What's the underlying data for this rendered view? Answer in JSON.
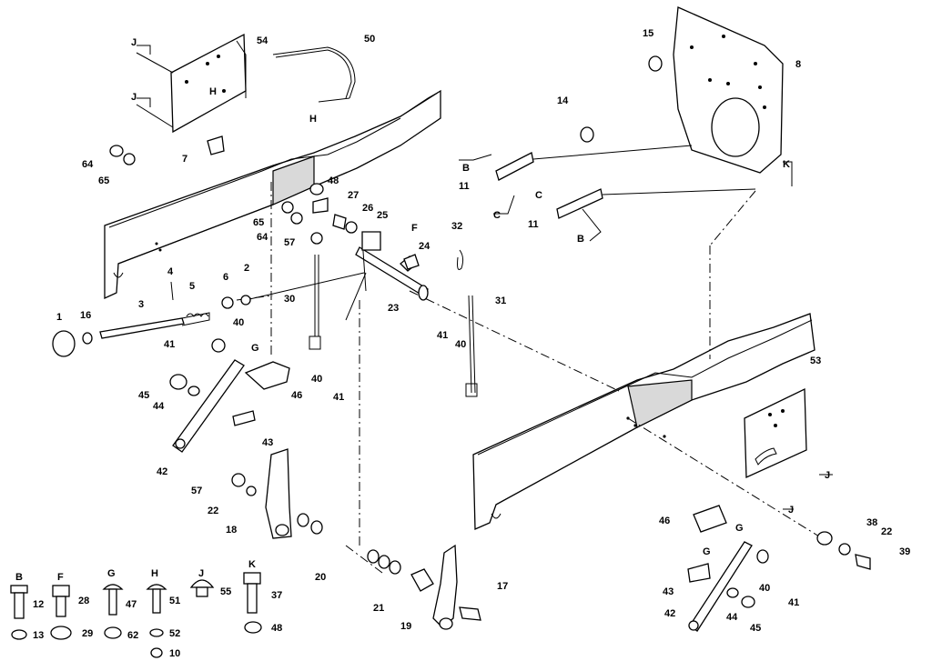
{
  "callouts": [
    {
      "id": "c1",
      "text": "1"
    },
    {
      "id": "c16",
      "text": "16"
    },
    {
      "id": "c3",
      "text": "3"
    },
    {
      "id": "c4",
      "text": "4"
    },
    {
      "id": "c5",
      "text": "5"
    },
    {
      "id": "c6",
      "text": "6"
    },
    {
      "id": "c2",
      "text": "2"
    },
    {
      "id": "c30",
      "text": "30"
    },
    {
      "id": "c40a",
      "text": "40"
    },
    {
      "id": "c41a",
      "text": "41"
    },
    {
      "id": "cG1",
      "text": "G"
    },
    {
      "id": "c46a",
      "text": "46"
    },
    {
      "id": "c45a",
      "text": "45"
    },
    {
      "id": "c44a",
      "text": "44"
    },
    {
      "id": "c43a",
      "text": "43"
    },
    {
      "id": "c42a",
      "text": "42"
    },
    {
      "id": "c57a",
      "text": "57"
    },
    {
      "id": "c22a",
      "text": "22"
    },
    {
      "id": "c18",
      "text": "18"
    },
    {
      "id": "c20",
      "text": "20"
    },
    {
      "id": "c21",
      "text": "21"
    },
    {
      "id": "c19",
      "text": "19"
    },
    {
      "id": "c17",
      "text": "17"
    },
    {
      "id": "cJ1",
      "text": "J"
    },
    {
      "id": "cJ2",
      "text": "J"
    },
    {
      "id": "c54",
      "text": "54"
    },
    {
      "id": "c50",
      "text": "50"
    },
    {
      "id": "cH1",
      "text": "H"
    },
    {
      "id": "cH2",
      "text": "H"
    },
    {
      "id": "c7",
      "text": "7"
    },
    {
      "id": "c64a",
      "text": "64"
    },
    {
      "id": "c65a",
      "text": "65"
    },
    {
      "id": "c48",
      "text": "48"
    },
    {
      "id": "c27",
      "text": "27"
    },
    {
      "id": "c26",
      "text": "26"
    },
    {
      "id": "c25",
      "text": "25"
    },
    {
      "id": "c65b",
      "text": "65"
    },
    {
      "id": "c64b",
      "text": "64"
    },
    {
      "id": "c57b",
      "text": "57"
    },
    {
      "id": "cF",
      "text": "F"
    },
    {
      "id": "c24",
      "text": "24"
    },
    {
      "id": "c32",
      "text": "32"
    },
    {
      "id": "c23",
      "text": "23"
    },
    {
      "id": "c31",
      "text": "31"
    },
    {
      "id": "c40b",
      "text": "40"
    },
    {
      "id": "c41b",
      "text": "41"
    },
    {
      "id": "c40c",
      "text": "40"
    },
    {
      "id": "c41c",
      "text": "41"
    },
    {
      "id": "c15",
      "text": "15"
    },
    {
      "id": "c8",
      "text": "8"
    },
    {
      "id": "c14",
      "text": "14"
    },
    {
      "id": "cB1",
      "text": "B"
    },
    {
      "id": "c11a",
      "text": "11"
    },
    {
      "id": "cC1",
      "text": "C"
    },
    {
      "id": "cC2",
      "text": "C"
    },
    {
      "id": "c11b",
      "text": "11"
    },
    {
      "id": "cB2",
      "text": "B"
    },
    {
      "id": "cK",
      "text": "K"
    },
    {
      "id": "c53",
      "text": "53"
    },
    {
      "id": "cJ3",
      "text": "J"
    },
    {
      "id": "cJ4",
      "text": "J"
    },
    {
      "id": "c46b",
      "text": "46"
    },
    {
      "id": "cG2",
      "text": "G"
    },
    {
      "id": "cG3",
      "text": "G"
    },
    {
      "id": "c38",
      "text": "38"
    },
    {
      "id": "c22b",
      "text": "22"
    },
    {
      "id": "c39",
      "text": "39"
    },
    {
      "id": "c43b",
      "text": "43"
    },
    {
      "id": "c40d",
      "text": "40"
    },
    {
      "id": "c41d",
      "text": "41"
    },
    {
      "id": "c42b",
      "text": "42"
    },
    {
      "id": "c44b",
      "text": "44"
    },
    {
      "id": "c45b",
      "text": "45"
    }
  ],
  "legend": [
    {
      "letter": "B",
      "bolt": "12",
      "nut": "13"
    },
    {
      "letter": "F",
      "bolt": "28",
      "nut": "29"
    },
    {
      "letter": "G",
      "bolt": "47",
      "nut": "62"
    },
    {
      "letter": "H",
      "bolt": "51",
      "nut": "52",
      "extra": "10"
    },
    {
      "letter": "J",
      "bolt": "55",
      "nut": ""
    },
    {
      "letter": "K",
      "bolt": "37",
      "nut": "48"
    }
  ]
}
